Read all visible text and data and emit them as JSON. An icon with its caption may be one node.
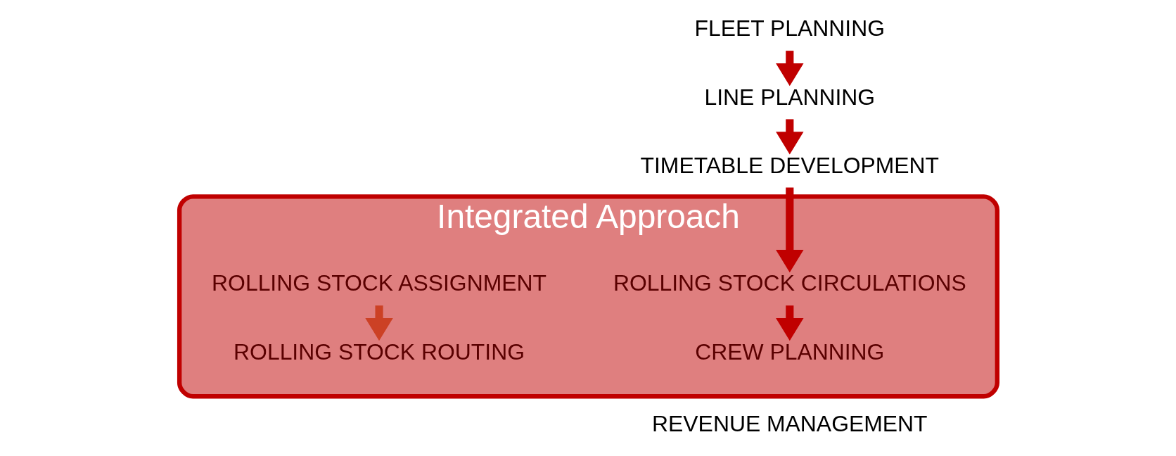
{
  "diagram": {
    "nodes": [
      {
        "text": [
          "FLEET PLANNING"
        ]
      },
      {
        "text": [
          "LINE PLANNING"
        ]
      },
      {
        "text": [
          "TIMETABLE DEVELOPMENT"
        ]
      },
      {
        "text": [
          "Integrated Approach"
        ]
      },
      {
        "text": [
          "ROLLING STOCK CIRCULATIONS"
        ],
        "in": 3
      },
      {
        "text": [
          "CREW PLANNING"
        ],
        "in": 3
      },
      {
        "text": [
          "ROLLING STOCK ASSIGNMENT"
        ],
        "in": 3
      },
      {
        "text": [
          "ROLLING STOCK ROUTING"
        ],
        "in": 3
      },
      {
        "text": [
          "REVENUE MANAGEMENT"
        ]
      }
    ],
    "edges": [
      {
        "from": 0,
        "to": 1,
        "arrow": "to"
      },
      {
        "from": 1,
        "to": 2,
        "arrow": "to"
      },
      {
        "from": 2,
        "to": 4,
        "arrow": "to"
      },
      {
        "from": 4,
        "to": 5,
        "arrow": "to"
      },
      {
        "from": 6,
        "to": 7,
        "arrow": "to",
        "color": "#cc4125"
      }
    ]
  }
}
